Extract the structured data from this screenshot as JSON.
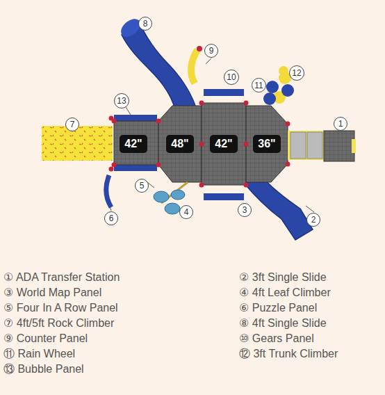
{
  "diagram": {
    "nodes": [
      {
        "text": [
          "42\""
        ]
      },
      {
        "text": [
          "48\""
        ]
      },
      {
        "text": [
          "42\""
        ]
      },
      {
        "text": [
          "36\""
        ]
      },
      {
        "text": [
          "1"
        ]
      },
      {
        "text": [
          "2"
        ]
      },
      {
        "text": [
          "3"
        ]
      },
      {
        "text": [
          "4"
        ]
      },
      {
        "text": [
          "5"
        ]
      },
      {
        "text": [
          "6"
        ]
      },
      {
        "text": [
          "7"
        ]
      },
      {
        "text": [
          "8"
        ]
      },
      {
        "text": [
          "9"
        ]
      },
      {
        "text": [
          "10"
        ]
      },
      {
        "text": [
          "11"
        ]
      },
      {
        "text": [
          "12"
        ]
      },
      {
        "text": [
          "13"
        ]
      }
    ],
    "labels": [
      "① ADA Transfer Station",
      "② 3ft Single Slide",
      "③ World Map Panel",
      "④ 4ft Leaf Climber",
      "⑤ Four In A Row Panel",
      "⑥ Puzzle Panel",
      "⑦ 4ft/5ft Rock Climber",
      "⑧ 4ft Single Slide",
      "⑨ Counter Panel",
      "⑩ Gears Panel",
      "⑪ Rain Wheel",
      "⑫ 3ft Trunk Climber",
      "⑬ Bubble Panel"
    ]
  }
}
